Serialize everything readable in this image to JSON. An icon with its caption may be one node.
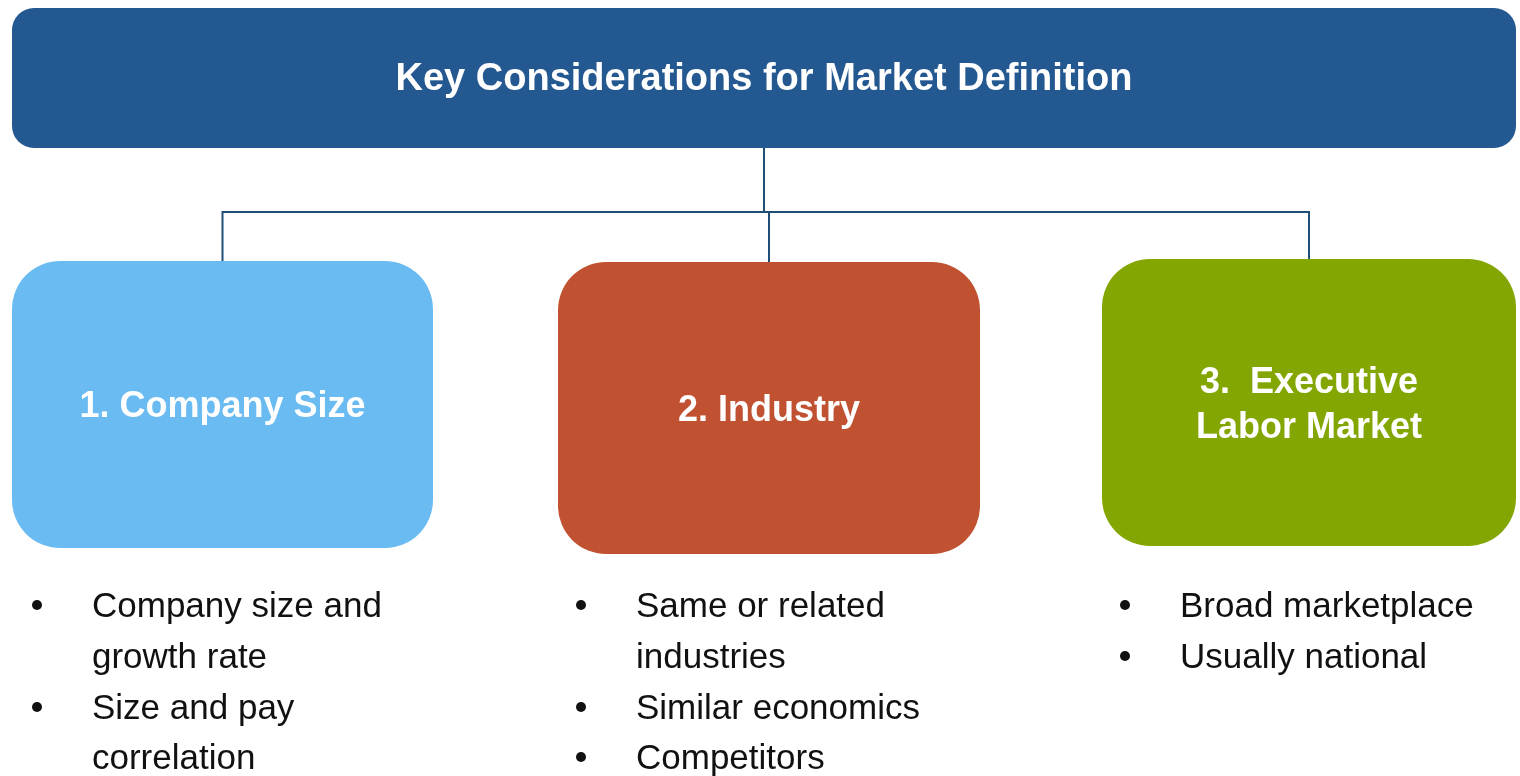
{
  "diagram": {
    "nodes": [
      {
        "text": [
          "Key Considerations for Market Definition"
        ]
      },
      {
        "text": [
          "1. Company Size"
        ],
        "beside": [
          "Company size and growth rate",
          "Size and pay correlation"
        ]
      },
      {
        "text": [
          "2. Industry"
        ],
        "beside": [
          "Same or related industries",
          "Similar economics",
          "Competitors"
        ]
      },
      {
        "text": [
          "3.  Executive Labor Market"
        ],
        "beside": [
          "Broad marketplace",
          "Usually national"
        ]
      }
    ],
    "edges": [
      {
        "from": 0,
        "to": 1,
        "arrow": "none"
      },
      {
        "from": 0,
        "to": 2,
        "arrow": "none"
      },
      {
        "from": 0,
        "to": 3,
        "arrow": "none"
      }
    ]
  }
}
